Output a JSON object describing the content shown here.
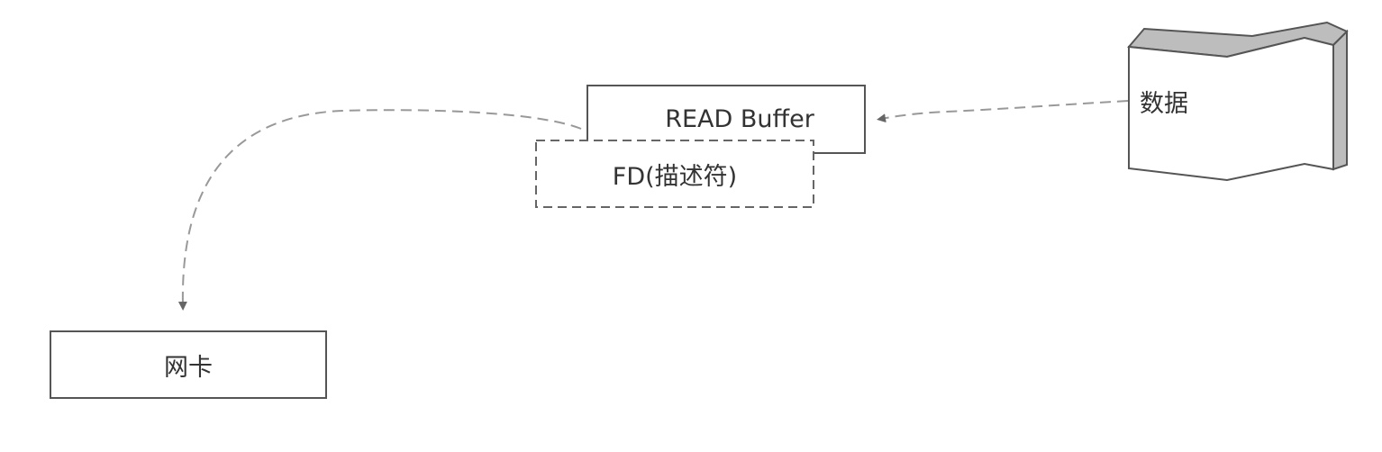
{
  "diagram": {
    "nodes": {
      "read_buffer": "READ Buffer",
      "fd": "FD(描述符)",
      "nic": "网卡",
      "data": "数据"
    },
    "edges": [
      {
        "from": "data",
        "to": "read_buffer",
        "style": "dashed"
      },
      {
        "from": "read_buffer",
        "to": "nic",
        "style": "dashed"
      }
    ],
    "colors": {
      "stroke": "#555555",
      "arrow": "#8a8a8a",
      "shade": "#bdbdbd"
    }
  }
}
